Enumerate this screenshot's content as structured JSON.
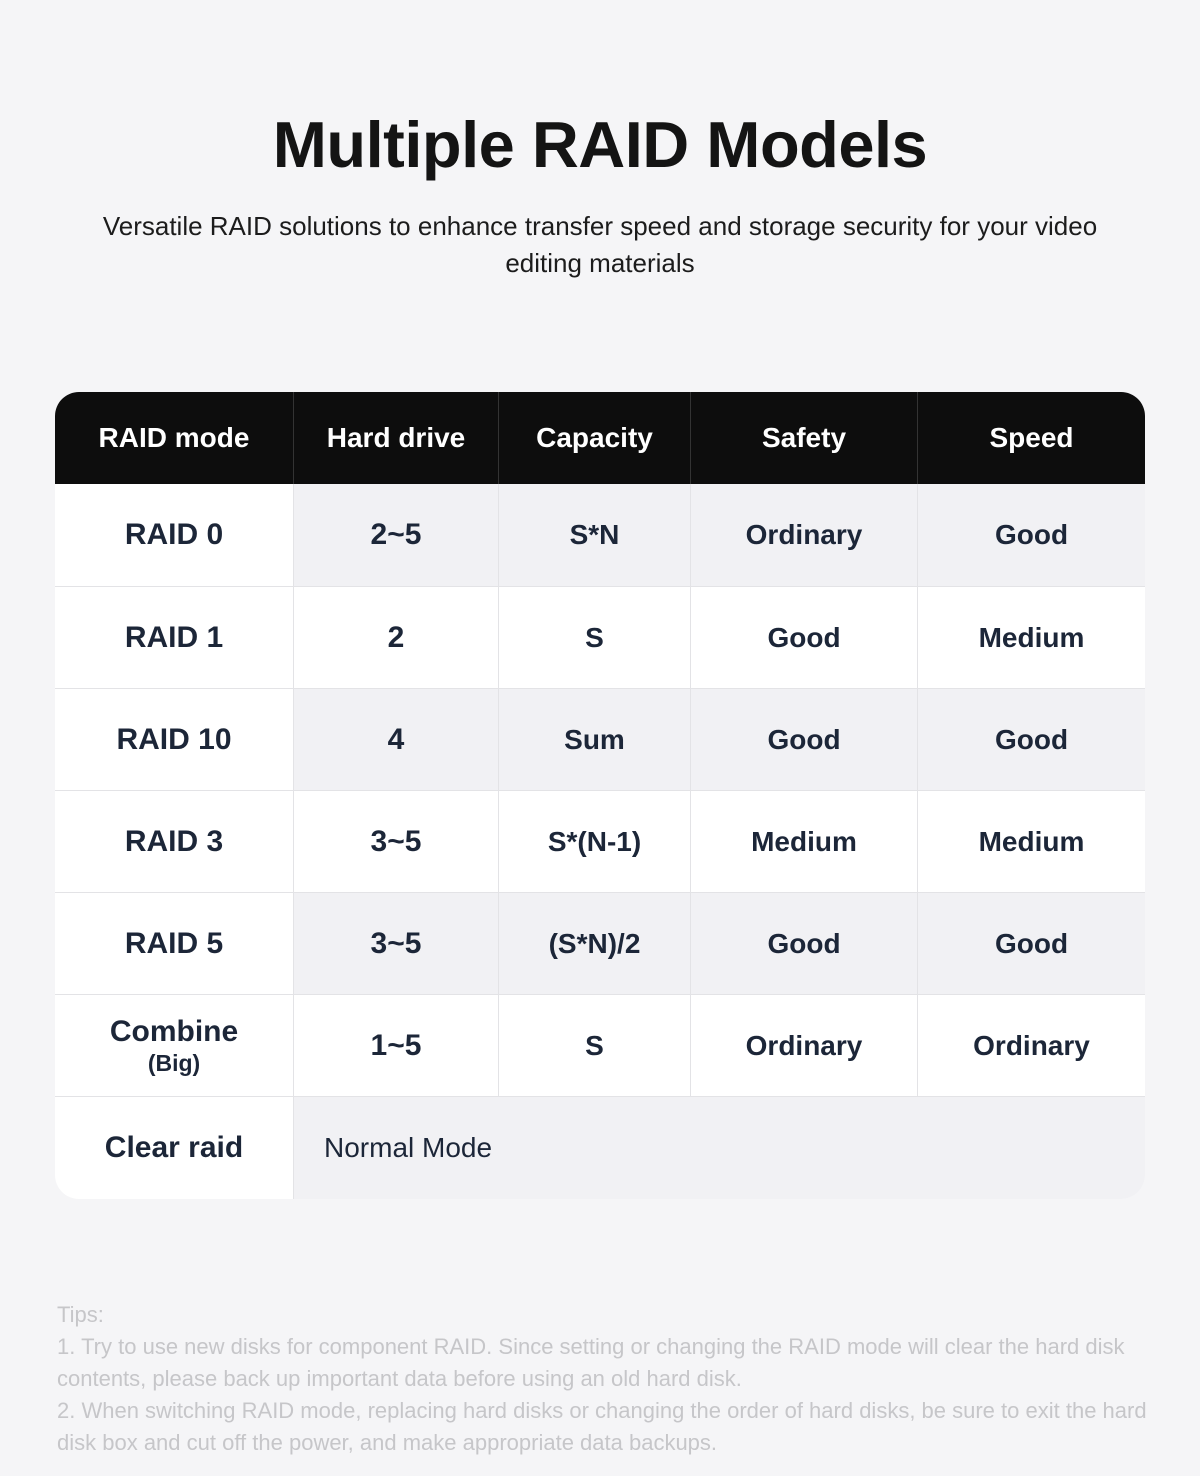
{
  "page": {
    "title": "Multiple RAID Models",
    "subtitle": "Versatile RAID solutions to enhance transfer speed and storage security for your video editing materials"
  },
  "table": {
    "headers": [
      "RAID mode",
      "Hard drive",
      "Capacity",
      "Safety",
      "Speed"
    ],
    "rows": [
      {
        "mode": "RAID 0",
        "hard_drive": "2~5",
        "capacity": "S*N",
        "safety": "Ordinary",
        "speed": "Good"
      },
      {
        "mode": "RAID 1",
        "hard_drive": "2",
        "capacity": "S",
        "safety": "Good",
        "speed": "Medium"
      },
      {
        "mode": "RAID 10",
        "hard_drive": "4",
        "capacity": "Sum",
        "safety": "Good",
        "speed": "Good"
      },
      {
        "mode": "RAID 3",
        "hard_drive": "3~5",
        "capacity": "S*(N-1)",
        "safety": "Medium",
        "speed": "Medium"
      },
      {
        "mode": "RAID 5",
        "hard_drive": "3~5",
        "capacity": "(S*N)/2",
        "safety": "Good",
        "speed": "Good"
      },
      {
        "mode": "Combine",
        "mode_sub": "(Big)",
        "hard_drive": "1~5",
        "capacity": "S",
        "safety": "Ordinary",
        "speed": "Ordinary"
      }
    ],
    "clear_row": {
      "mode": "Clear raid",
      "value": "Normal Mode"
    }
  },
  "tips": {
    "label": "Tips:",
    "items": [
      "1. Try to use new disks for component RAID. Since setting or changing the RAID mode will clear the hard disk contents, please back up important data before using an old hard disk.",
      "2. When switching RAID mode, replacing hard disks or changing the order of hard disks, be sure to exit the hard disk box and cut off the power, and make appropriate data backups."
    ]
  },
  "colors": {
    "page_bg": "#f5f5f7",
    "table_header_bg": "#0d0d0d",
    "table_header_text": "#ffffff",
    "cell_text": "#1c2638",
    "shaded_cell_bg": "#f1f1f4",
    "divider": "#e3e3e6",
    "tips_text": "#c6c6c9"
  }
}
